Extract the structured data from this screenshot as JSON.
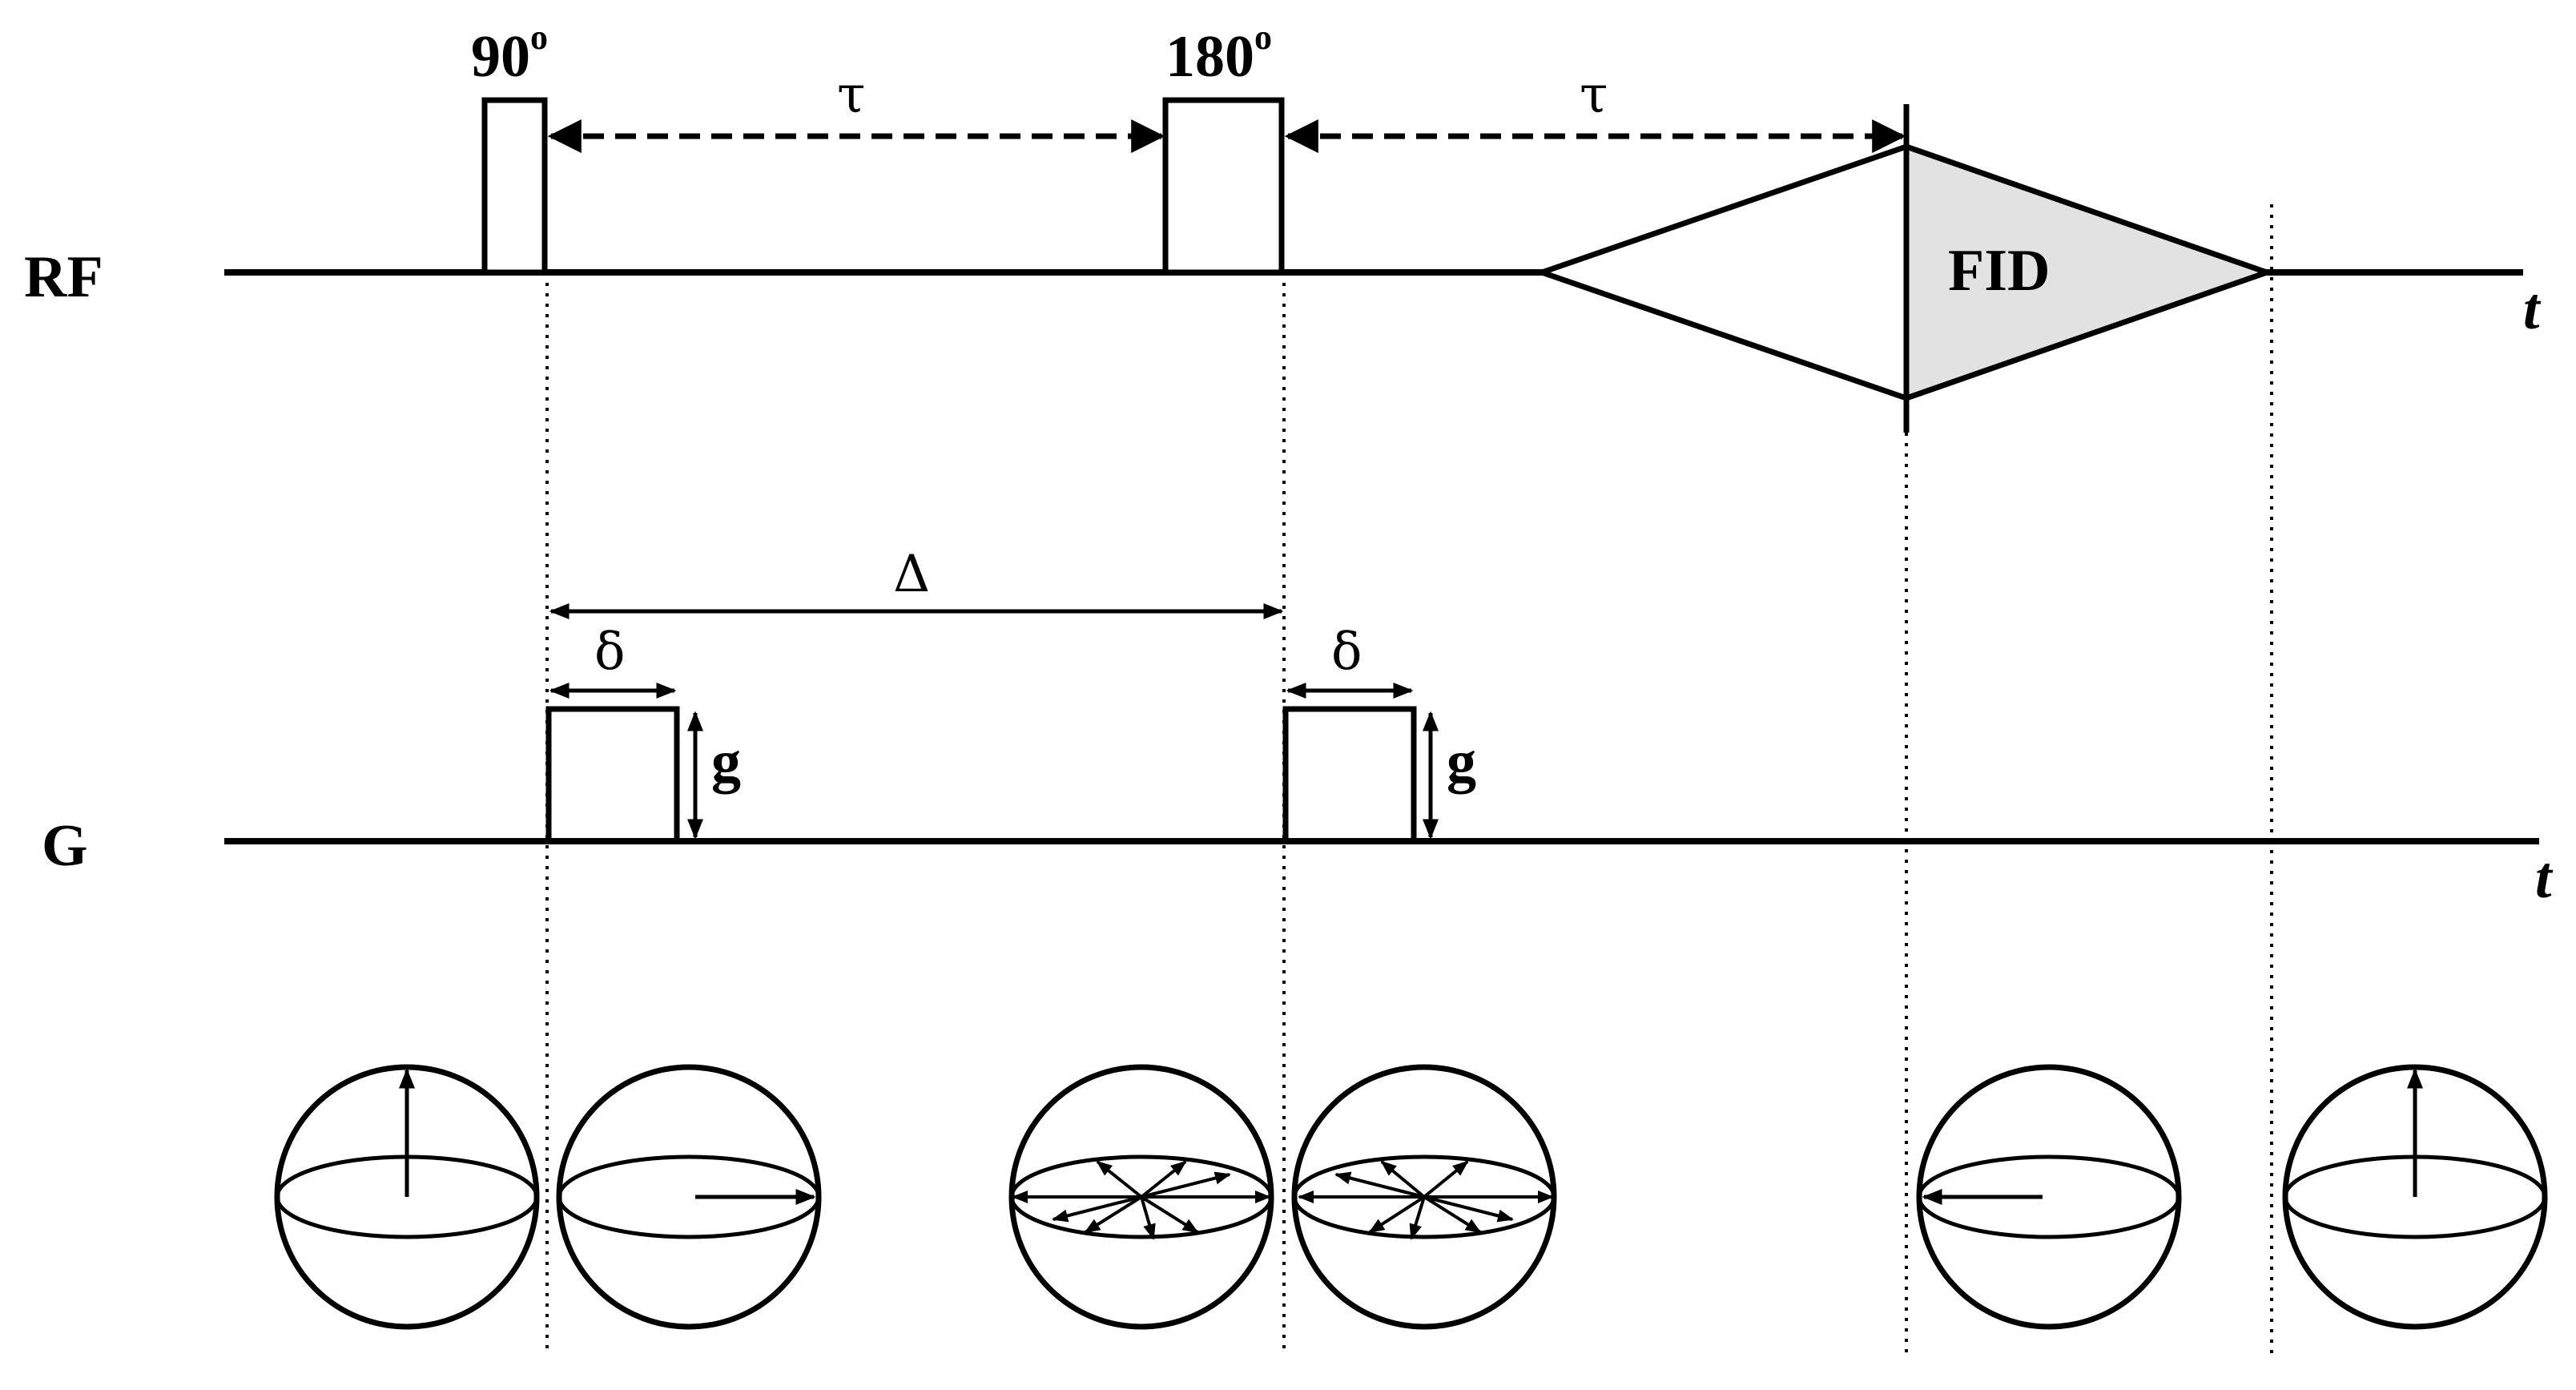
{
  "rows": {
    "rf": "RF",
    "g": "G"
  },
  "axis_label": "t",
  "pulses": {
    "p90": "90",
    "p180": "180",
    "degree_mark": "o"
  },
  "delays": {
    "tau1": "τ",
    "tau2": "τ",
    "big_delta": "Δ",
    "delta1": "δ",
    "delta2": "δ"
  },
  "gradients": {
    "g1": "g",
    "g2": "g"
  },
  "signal": {
    "fid": "FID"
  },
  "colors": {
    "line": "#000000",
    "fid_fill": "#e2e2e2",
    "background": "#ffffff"
  },
  "spheres": [
    {
      "state": "magnetization-along-z"
    },
    {
      "state": "magnetization-in-transverse-plane"
    },
    {
      "state": "spins-dephased"
    },
    {
      "state": "spins-dephased"
    },
    {
      "state": "magnetization-refocused-in-transverse-plane"
    },
    {
      "state": "magnetization-along-z"
    }
  ]
}
